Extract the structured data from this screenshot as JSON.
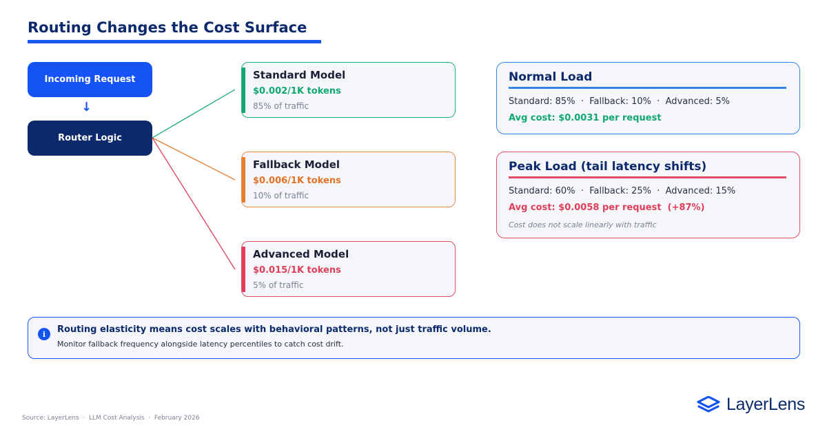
{
  "title": "Routing Changes the Cost Surface",
  "flow": {
    "incoming": "Incoming Request",
    "arrow": "↓",
    "router": "Router Logic"
  },
  "models": [
    {
      "name": "Standard Model",
      "price": "$0.002/1K tokens",
      "share": "85% of traffic",
      "color": "#10a86e"
    },
    {
      "name": "Fallback Model",
      "price": "$0.006/1K tokens",
      "share": "10% of traffic",
      "color": "#e07325"
    },
    {
      "name": "Advanced Model",
      "price": "$0.015/1K tokens",
      "share": "5% of traffic",
      "color": "#e03e58"
    }
  ],
  "loads": {
    "normal": {
      "title": "Normal Load",
      "mix": "Standard: 85%  ·  Fallback: 10%  ·  Advanced: 5%",
      "cost": "Avg cost: $0.0031 per request"
    },
    "peak": {
      "title": "Peak Load (tail latency shifts)",
      "mix": "Standard: 60%  ·  Fallback: 25%  ·  Advanced: 15%",
      "cost": "Avg cost: $0.0058 per request  (+87%)",
      "note": "Cost does not scale linearly with traffic"
    }
  },
  "callout": {
    "icon": "info-icon",
    "icon_glyph": "i",
    "main": "Routing elasticity means cost scales with behavioral patterns, not just traffic volume.",
    "sub": "Monitor fallback frequency alongside latency percentiles to catch cost drift."
  },
  "footer": "Source: LayerLens  ·  LLM Cost Analysis  ·  February 2026",
  "brand": {
    "name": "LayerLens",
    "icon": "layers-logo-icon"
  }
}
